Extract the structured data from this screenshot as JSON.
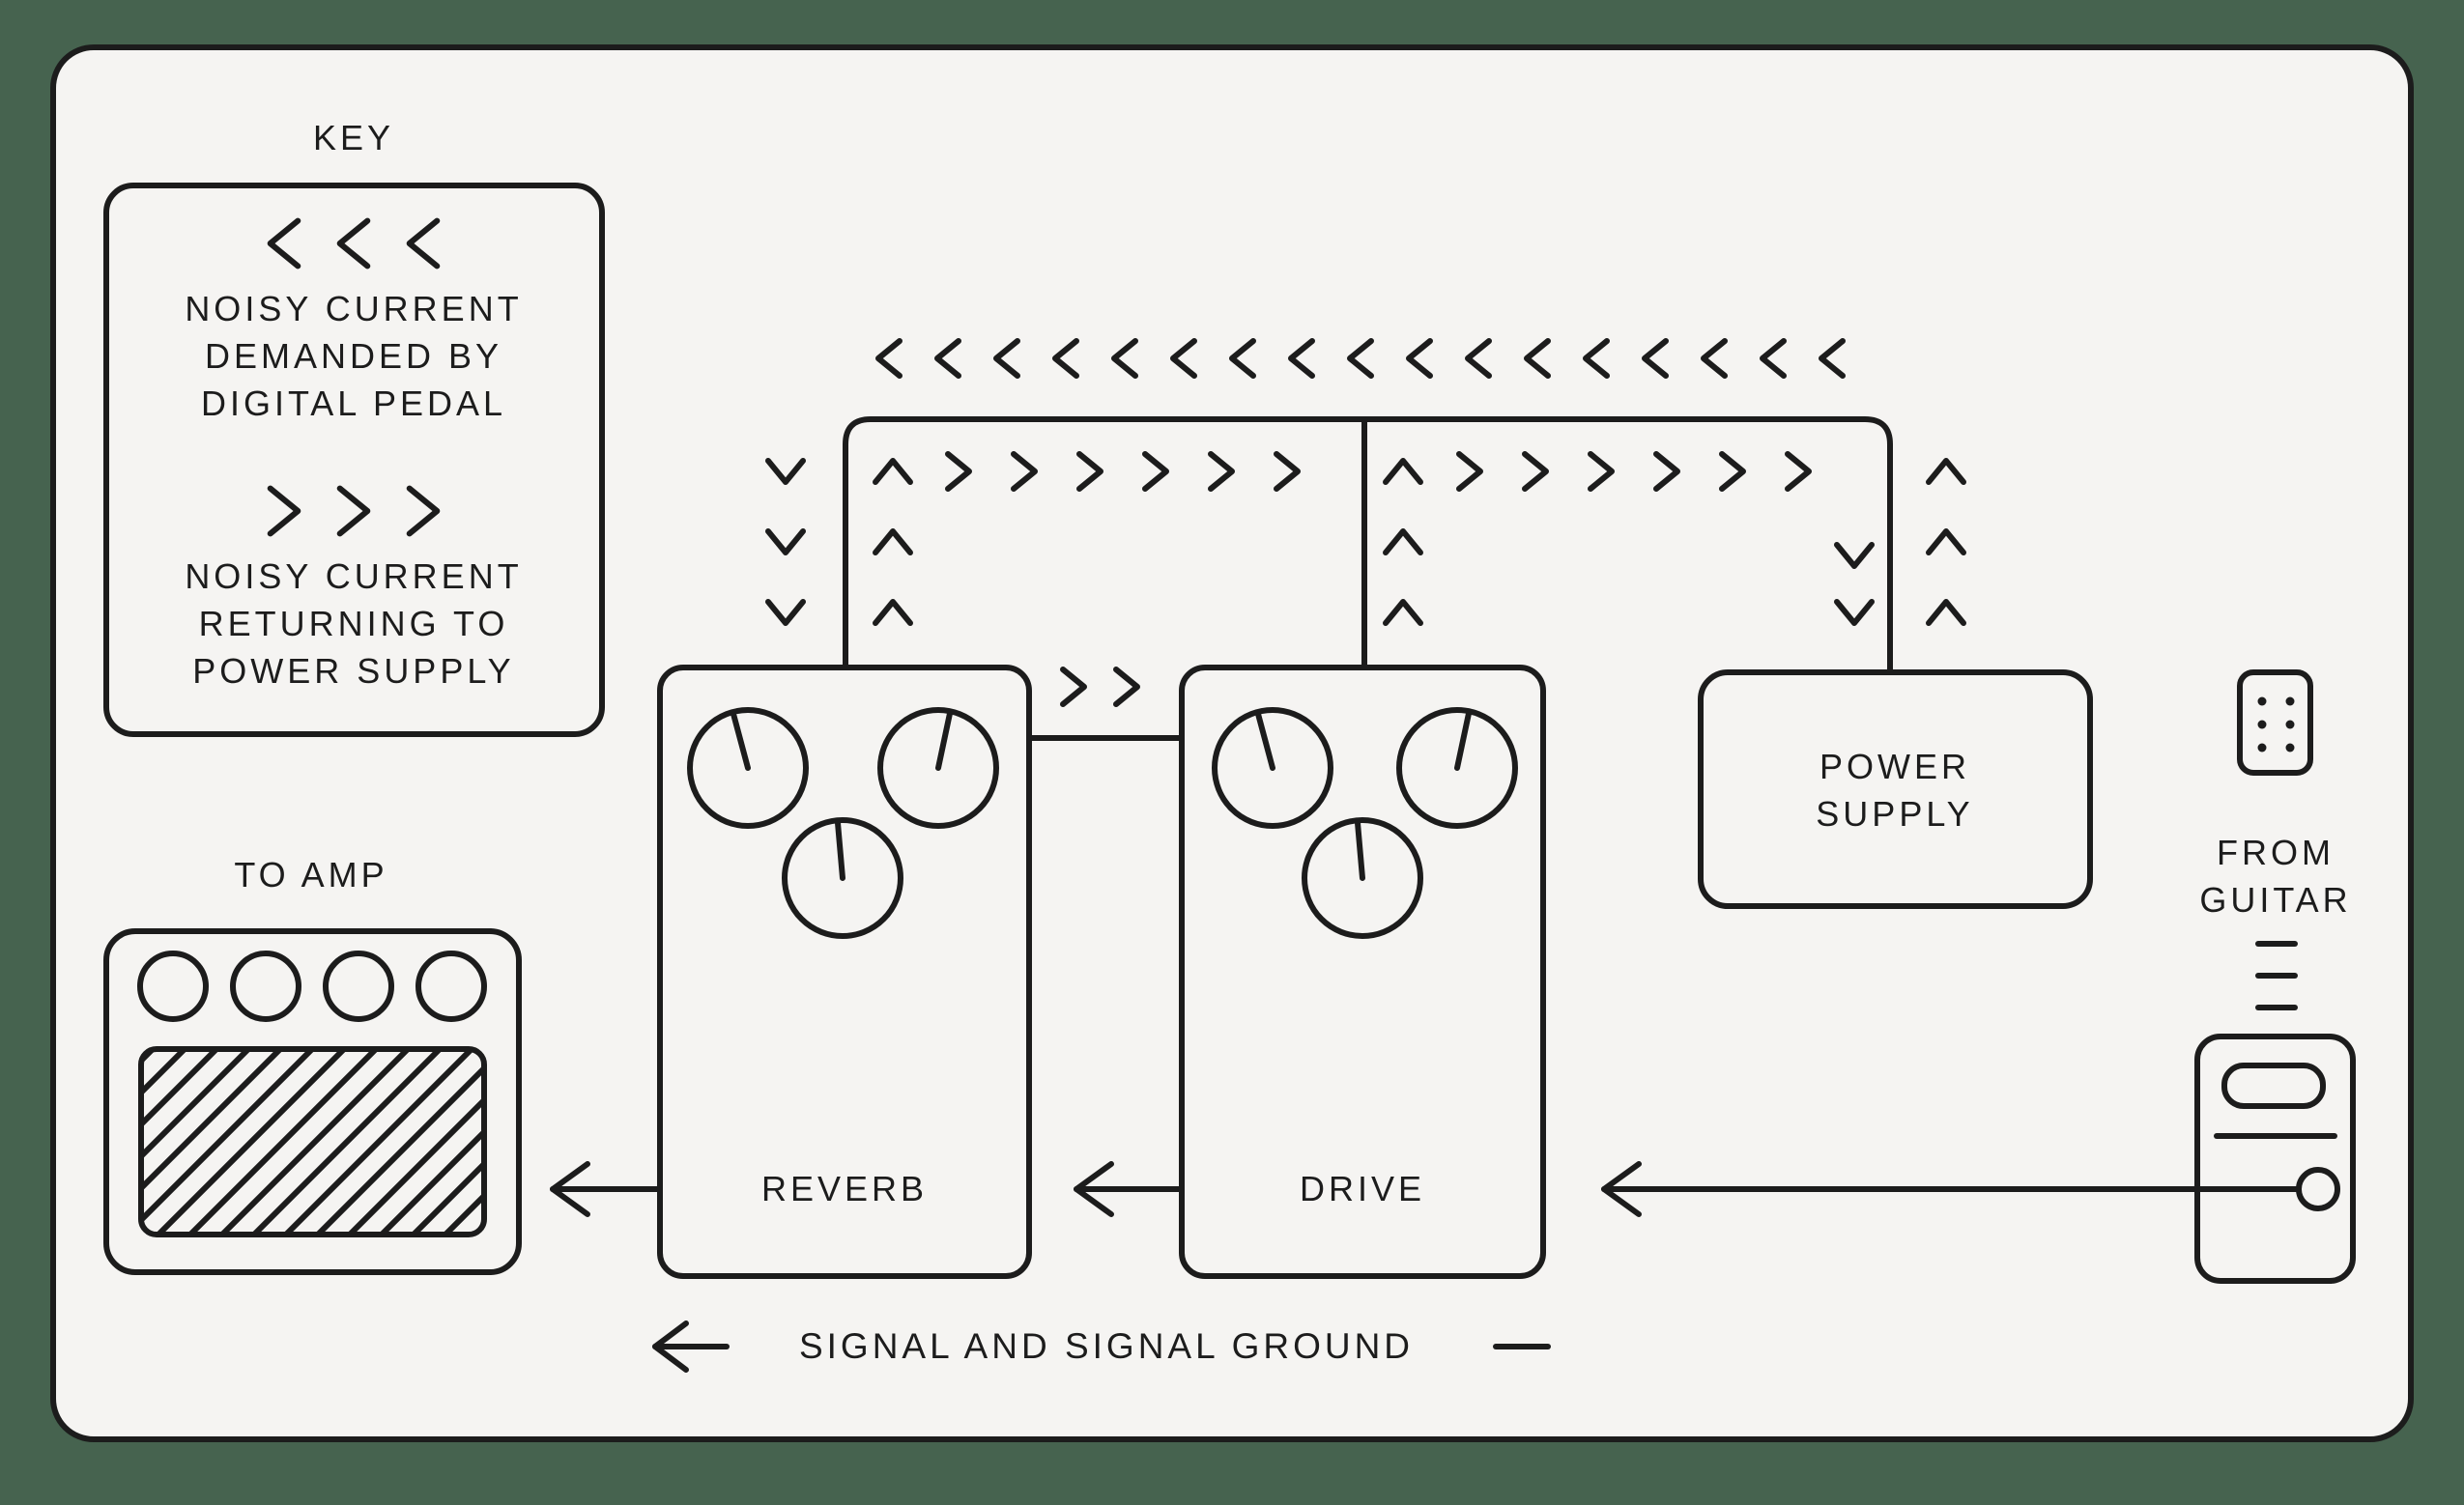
{
  "colors": {
    "background": "#46634F",
    "panel": "#F5F4F2",
    "line": "#1C1C1C"
  },
  "key": {
    "title": "KEY",
    "demand": {
      "icon": "chevrons-left-icon",
      "lines": [
        "NOISY CURRENT",
        "DEMANDED BY",
        "DIGITAL PEDAL"
      ]
    },
    "return": {
      "icon": "chevrons-right-icon",
      "lines": [
        "NOISY CURRENT",
        "RETURNING TO",
        "POWER SUPPLY"
      ]
    }
  },
  "amp": {
    "label": "TO AMP"
  },
  "pedals": [
    {
      "label": "REVERB",
      "knobs": 3
    },
    {
      "label": "DRIVE",
      "knobs": 3
    }
  ],
  "power_supply": {
    "lines": [
      "POWER",
      "SUPPLY"
    ]
  },
  "guitar": {
    "lines": [
      "FROM",
      "GUITAR"
    ]
  },
  "legend": {
    "arrow": "left-arrow-icon",
    "text": "SIGNAL AND SIGNAL GROUND",
    "dash": "—"
  }
}
